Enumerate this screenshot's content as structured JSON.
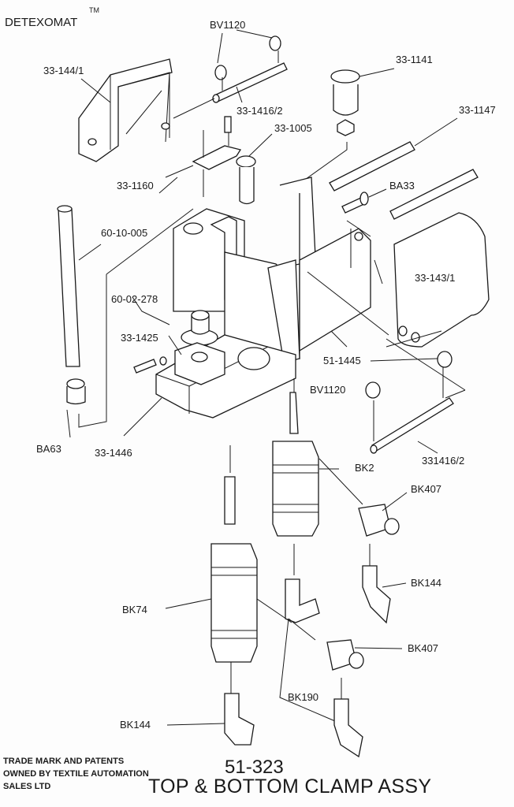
{
  "brand": {
    "name": "DETEXOMAT",
    "trademark": "TM"
  },
  "labels": [
    {
      "id": "bv1120-top",
      "text": "BV1120"
    },
    {
      "id": "33-144-1",
      "text": "33-144/1"
    },
    {
      "id": "33-1141",
      "text": "33-1141"
    },
    {
      "id": "33-1416-2",
      "text": "33-1416/2"
    },
    {
      "id": "33-1147",
      "text": "33-1147"
    },
    {
      "id": "33-1005",
      "text": "33-1005"
    },
    {
      "id": "33-1160",
      "text": "33-1160"
    },
    {
      "id": "ba33",
      "text": "BA33"
    },
    {
      "id": "60-10-005",
      "text": "60-10-005"
    },
    {
      "id": "33-143-1",
      "text": "33-143/1"
    },
    {
      "id": "60-02-278",
      "text": "60-02-278"
    },
    {
      "id": "33-1425",
      "text": "33-1425"
    },
    {
      "id": "51-1445",
      "text": "51-1445"
    },
    {
      "id": "bv1120-bottom",
      "text": "BV1120"
    },
    {
      "id": "ba63",
      "text": "BA63"
    },
    {
      "id": "33-1446",
      "text": "33-1446"
    },
    {
      "id": "331416-2",
      "text": "331416/2"
    },
    {
      "id": "bk2",
      "text": "BK2"
    },
    {
      "id": "bk407-top",
      "text": "BK407"
    },
    {
      "id": "bk144-right",
      "text": "BK144"
    },
    {
      "id": "bk74",
      "text": "BK74"
    },
    {
      "id": "bk407-bottom",
      "text": "BK407"
    },
    {
      "id": "bk190",
      "text": "BK190"
    },
    {
      "id": "bk144-left",
      "text": "BK144"
    }
  ],
  "footer": {
    "note_lines": [
      "TRADE MARK AND PATENTS",
      "OWNED BY TEXTILE AUTOMATION",
      "SALES LTD"
    ],
    "part_number": "51-323",
    "title": "TOP & BOTTOM CLAMP ASSY"
  }
}
